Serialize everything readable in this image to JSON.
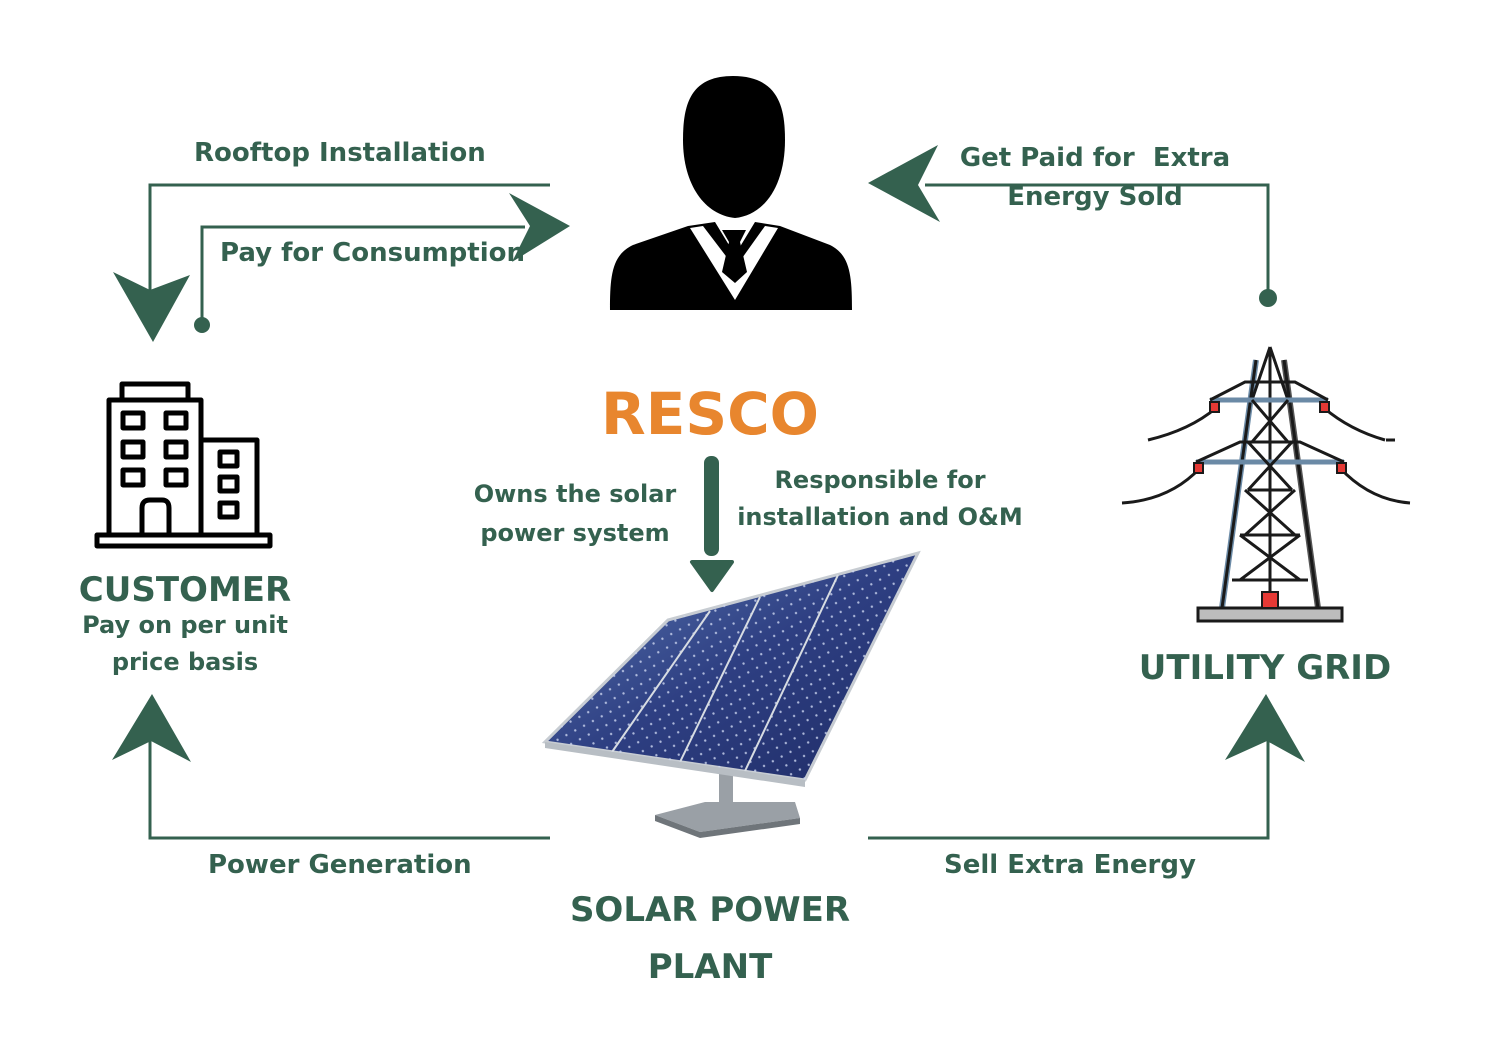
{
  "colors": {
    "primary_green": "#34614F",
    "accent_orange": "#E8862E",
    "icon_black": "#000000",
    "tower_steel": "#6B8AA6",
    "insulator_red": "#E53935",
    "panel_blue": "#2B3C7A"
  },
  "center": {
    "title": "RESCO",
    "icon": "businessman-icon",
    "left_note": [
      "Owns the solar",
      "power system"
    ],
    "right_note": [
      "Responsible for",
      "installation and O&M"
    ]
  },
  "nodes": {
    "customer": {
      "icon": "building-icon",
      "title": "CUSTOMER",
      "subtitle": [
        "Pay on per unit",
        "price basis"
      ]
    },
    "utility_grid": {
      "icon": "transmission-tower-icon",
      "title": "UTILITY GRID"
    },
    "solar_plant": {
      "icon": "solar-panel-icon",
      "title": [
        "SOLAR POWER",
        "PLANT"
      ]
    }
  },
  "flows": {
    "rooftop_installation": {
      "label": "Rooftop Installation",
      "from": "RESCO",
      "to": "CUSTOMER"
    },
    "pay_for_consumption": {
      "label": "Pay for Consumption",
      "from": "CUSTOMER",
      "to": "RESCO"
    },
    "get_paid": {
      "label": [
        "Get Paid for  Extra",
        "Energy Sold"
      ],
      "from": "UTILITY GRID",
      "to": "RESCO"
    },
    "power_generation": {
      "label": "Power Generation",
      "from": "SOLAR POWER PLANT",
      "to": "CUSTOMER"
    },
    "sell_extra_energy": {
      "label": "Sell Extra Energy",
      "from": "SOLAR POWER PLANT",
      "to": "UTILITY GRID"
    },
    "resco_to_plant": {
      "from": "RESCO",
      "to": "SOLAR POWER PLANT"
    }
  }
}
